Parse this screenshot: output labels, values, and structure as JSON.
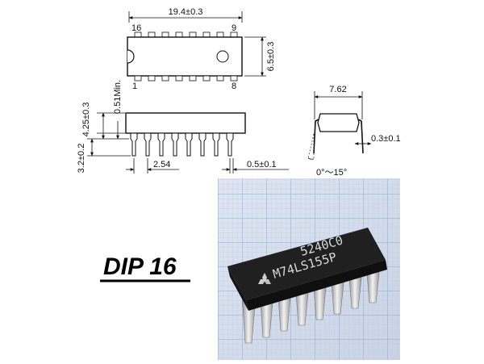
{
  "title": "DIP 16",
  "top_view": {
    "length": "19.4±0.3",
    "width": "6.5±0.3",
    "pin_16": "16",
    "pin_9": "9",
    "pin_1": "1",
    "pin_8": "8"
  },
  "side_view": {
    "min_standoff": "0.51Min.",
    "body_height": "4.25±0.3",
    "lead_length": "3.2±0.2",
    "pitch": "2.54",
    "lead_width": "0.5±0.1"
  },
  "end_view": {
    "row_spacing": "7.62",
    "lead_thickness": "0.3±0.1",
    "lead_angle": "0°～15°"
  },
  "photo": {
    "line1": "5240C0",
    "line2": "M74LS155P"
  }
}
